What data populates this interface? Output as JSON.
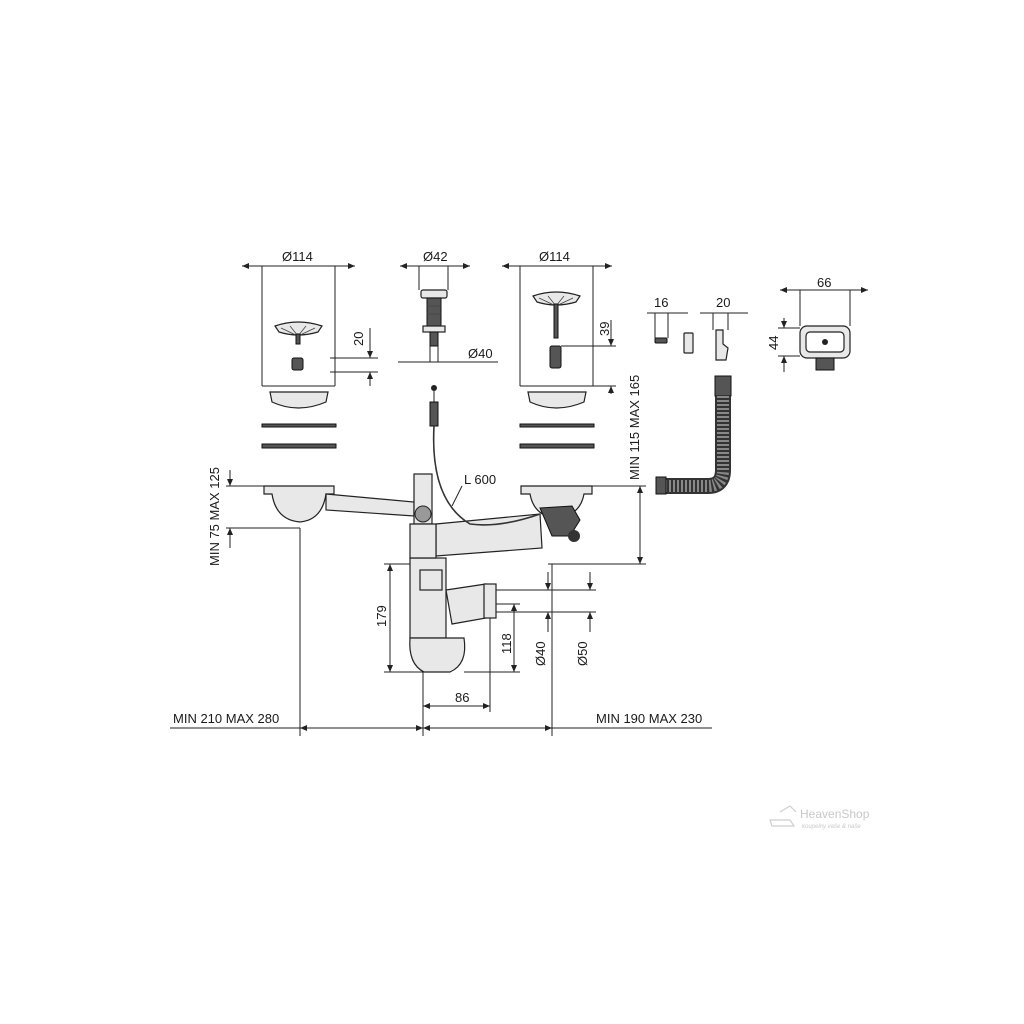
{
  "dims": {
    "strainer_left_diameter": "Ø114",
    "strainer_left_height": "20",
    "overflow_cap_diameter": "Ø42",
    "overflow_outlet_diameter": "Ø40",
    "strainer_right_diameter": "Ø114",
    "strainer_right_height": "39",
    "clip_width": "16",
    "hook_width": "20",
    "overflow_grille_width": "66",
    "overflow_grille_height": "44",
    "cable_length": "L 600",
    "left_drop": "MIN 75 MAX 125",
    "right_drop": "MIN 115 MAX 165",
    "trap_height": "179",
    "outlet_height": "118",
    "outlet_d40": "Ø40",
    "outlet_d50": "Ø50",
    "trap_offset": "86",
    "left_span": "MIN 210 MAX 280",
    "right_span": "MIN 190 MAX 230"
  },
  "watermark": {
    "brand": "HeavenShop",
    "tagline": "koupelny vaše & naše"
  }
}
